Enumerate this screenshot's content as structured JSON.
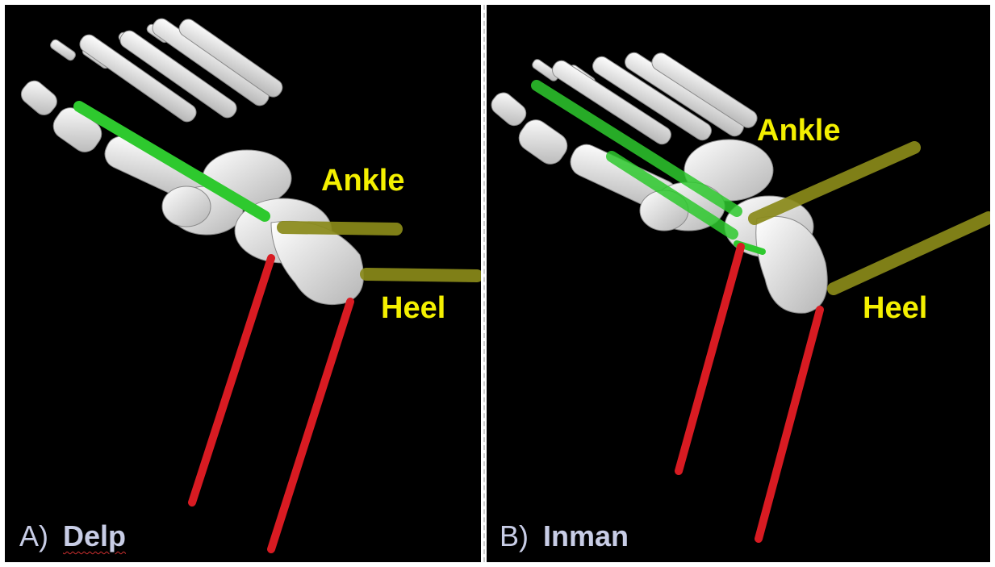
{
  "panels": {
    "a": {
      "letter": "A)",
      "name": "Delp",
      "ankle_label": "Ankle",
      "heel_label": "Heel"
    },
    "b": {
      "letter": "B)",
      "name": "Inman",
      "ankle_label": "Ankle",
      "heel_label": "Heel"
    }
  },
  "colors": {
    "background": "#000000",
    "bone": "#e6e6e6",
    "axis_green": "#2ec92e",
    "axis_yellow": "#8a8a1a",
    "marker_red": "#d81b22",
    "label_yellow": "#f4f000",
    "caption": "#c8cde6"
  }
}
